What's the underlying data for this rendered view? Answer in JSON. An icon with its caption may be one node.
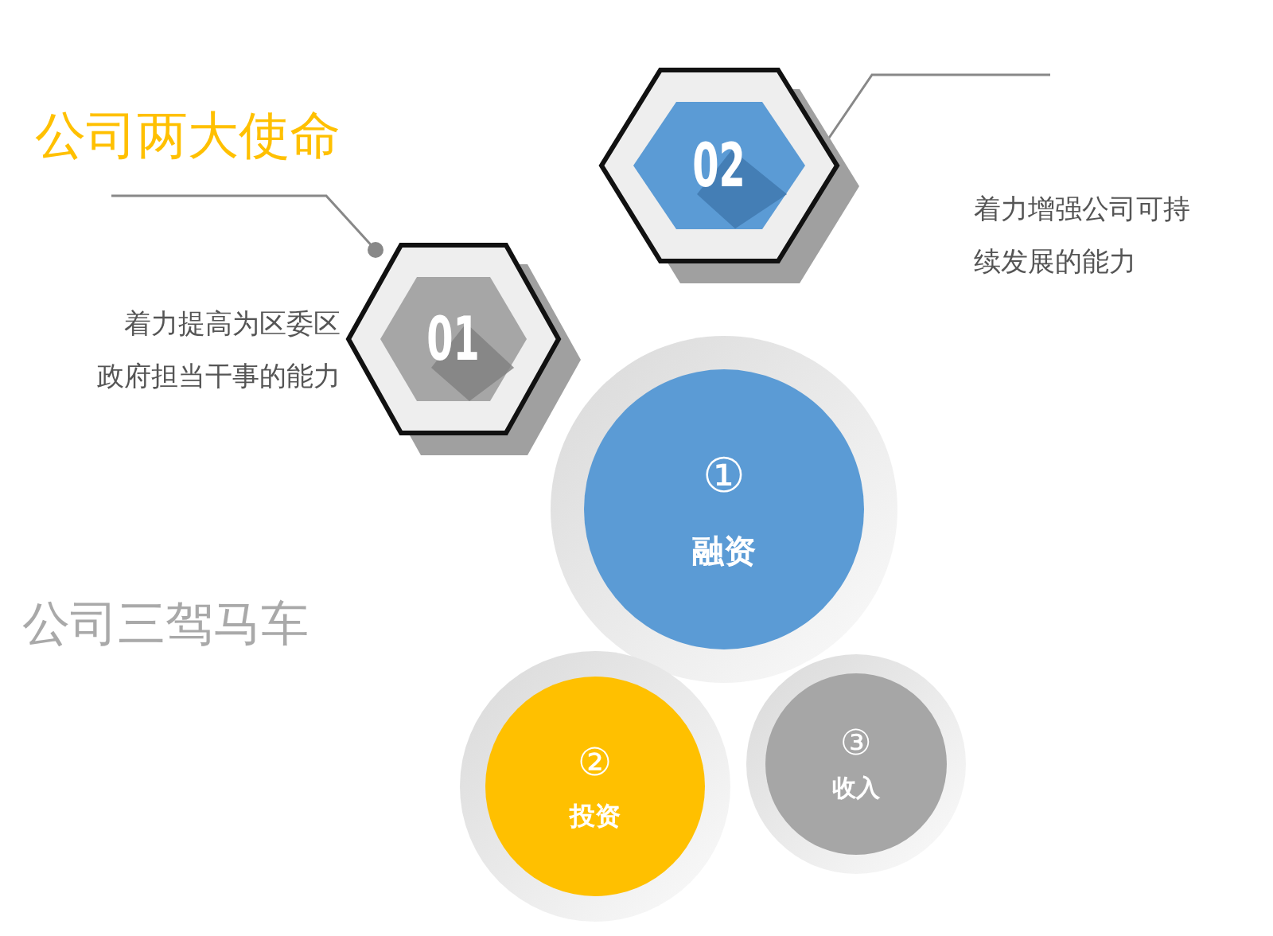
{
  "diagram": {
    "title": "公司两大使命",
    "nodes": [
      {
        "text": [
          "02"
        ]
      },
      {
        "text": [
          "01"
        ],
        "beside": [
          "着力提高为区委区政府担当干事的能力"
        ]
      },
      {
        "text": [
          "①",
          "融资"
        ]
      },
      {
        "text": [
          "②",
          "投资"
        ]
      },
      {
        "text": [
          "③",
          "收入"
        ]
      }
    ],
    "edges": [
      {
        "from": 0,
        "to": null,
        "arrow": "other"
      },
      {
        "from": 1,
        "to": null,
        "arrow": "other"
      }
    ],
    "labels": [
      "着力增强公司可持续发展的能力",
      "公司三驾马车"
    ]
  }
}
